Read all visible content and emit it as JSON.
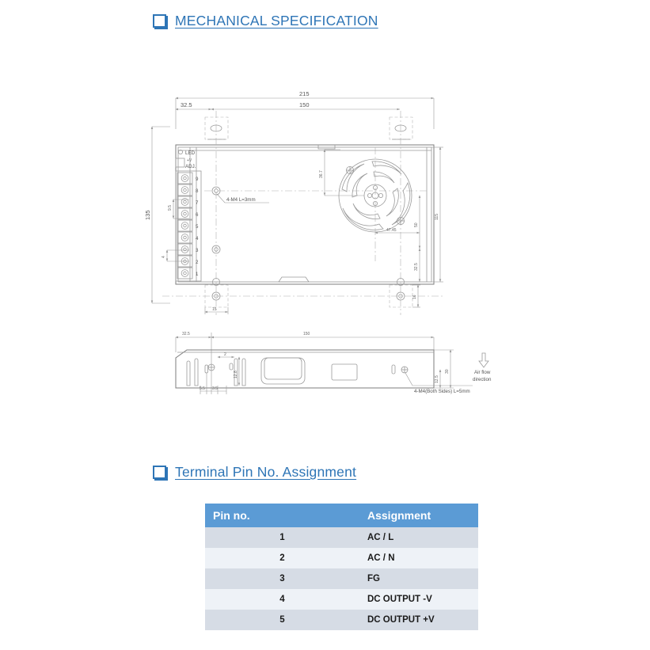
{
  "sections": {
    "mechanical": {
      "title": "MECHANICAL SPECIFICATION",
      "bullet_icon": "square-bullet-icon"
    },
    "terminal": {
      "title": "Terminal Pin No. Assignment",
      "bullet_icon": "square-bullet-icon"
    }
  },
  "colors": {
    "heading_blue": "#2e75b6",
    "table_header_blue": "#5b9bd5",
    "row_shade_dark": "#d6dce5",
    "row_shade_light": "#eef2f7",
    "drawing_line": "#8c8c8c"
  },
  "drawing": {
    "top_view": {
      "dimensions": {
        "overall_width": "215",
        "mount_to_mount_width": "150",
        "left_offset": "32.5",
        "overall_height": "135",
        "body_height": "115",
        "fan_from_top": "36.7",
        "fan_vertical": "50",
        "fan_from_left": "47.45",
        "right_offset": "32.5",
        "foot_width": "15",
        "foot_height": "16",
        "term_group_a": "9.5",
        "term_group_b": "4"
      },
      "callouts": {
        "screw_note": "4-M4 L=3mm"
      },
      "labels": {
        "led": "LED",
        "adj_top": "+V",
        "adj_bottom": "ADJ."
      },
      "terminal_pins": [
        "9",
        "8",
        "7",
        "6",
        "5",
        "4",
        "3",
        "2",
        "1"
      ]
    },
    "side_view": {
      "dimensions": {
        "left_offset": "32.5",
        "length": "150",
        "slot_width": "2",
        "height_inner": "12.8",
        "depth": "30",
        "bottom_offset": "12.5",
        "small_stack": "5.5 3.5"
      },
      "callouts": {
        "screw_note": "4-M4(Both Sides) L=5mm",
        "airflow_line1": "Air flow",
        "airflow_line2": "direction",
        "airflow_icon": "down-arrow-icon"
      }
    }
  },
  "table": {
    "headers": {
      "pin": "Pin no.",
      "assignment": "Assignment"
    },
    "rows": [
      {
        "pin": "1",
        "assignment": "AC / L"
      },
      {
        "pin": "2",
        "assignment": "AC / N"
      },
      {
        "pin": "3",
        "assignment": "FG"
      },
      {
        "pin": "4",
        "assignment": "DC OUTPUT -V"
      },
      {
        "pin": "5",
        "assignment": "DC OUTPUT +V"
      }
    ]
  }
}
